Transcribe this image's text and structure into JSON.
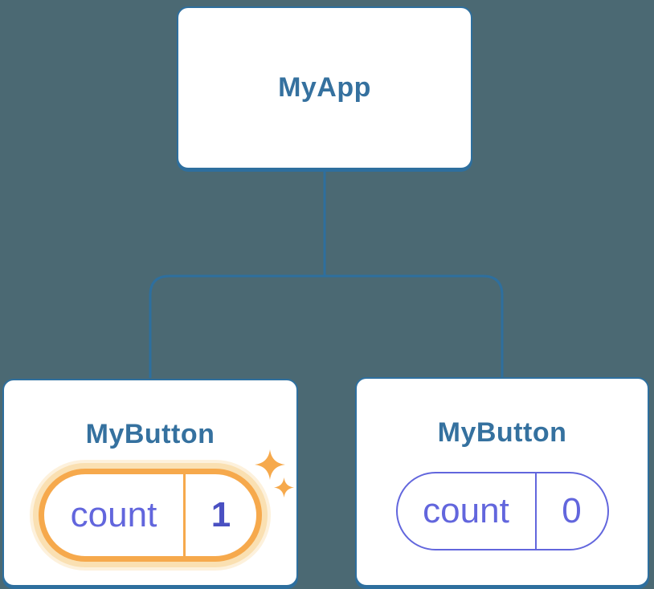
{
  "diagram": {
    "description": "React component tree showing state update",
    "root": {
      "label": "MyApp"
    },
    "children": [
      {
        "label": "MyButton",
        "state_key": "count",
        "state_value": "1",
        "highlighted": true
      },
      {
        "label": "MyButton",
        "state_key": "count",
        "state_value": "0",
        "highlighted": false
      }
    ]
  },
  "icons": {
    "sparkle_big": "sparkle-icon",
    "sparkle_small": "sparkle-icon"
  },
  "colors": {
    "background": "#4B6973",
    "line-blue": "#2E6F9E",
    "title-blue": "#35719F",
    "purple": "#6266DD",
    "purple-dark": "#4A50C2",
    "orange": "#F6A94C",
    "orange-halo": "#FAE0B2",
    "card-bg": "#FFFFFF"
  }
}
